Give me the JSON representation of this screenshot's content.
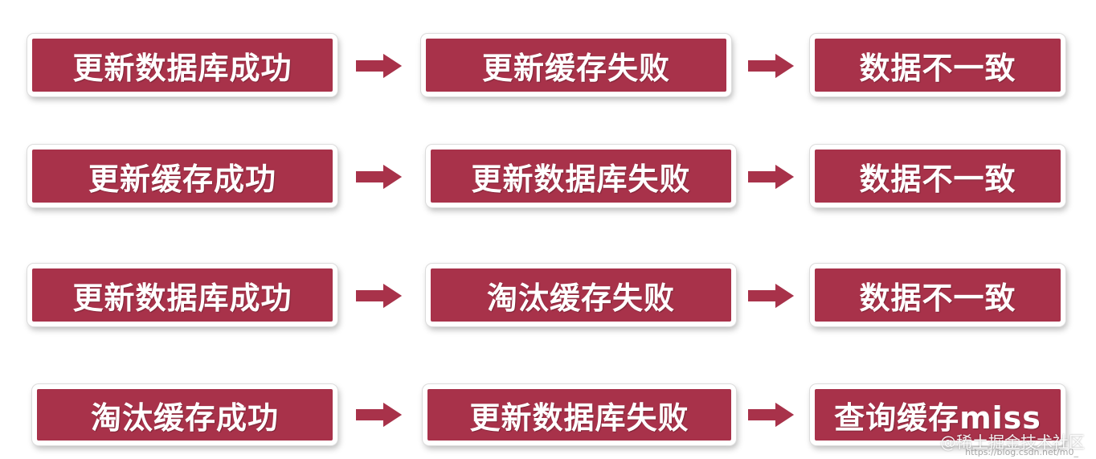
{
  "colors": {
    "box_fill": "#a8324a",
    "box_border": "#ffffff",
    "arrow_fill": "#a8324a",
    "text": "#ffffff"
  },
  "rows": [
    {
      "cells": [
        "更新数据库成功",
        "更新缓存失败",
        "数据不一致"
      ]
    },
    {
      "cells": [
        "更新缓存成功",
        "更新数据库失败",
        "数据不一致"
      ]
    },
    {
      "cells": [
        "更新数据库成功",
        "淘汰缓存失败",
        "数据不一致"
      ]
    },
    {
      "cells": [
        "淘汰缓存成功",
        "更新数据库失败",
        "查询缓存miss"
      ]
    }
  ],
  "watermark": {
    "text": "@稀土掘金技术社区",
    "url": "https://blog.csdn.net/m0_"
  }
}
